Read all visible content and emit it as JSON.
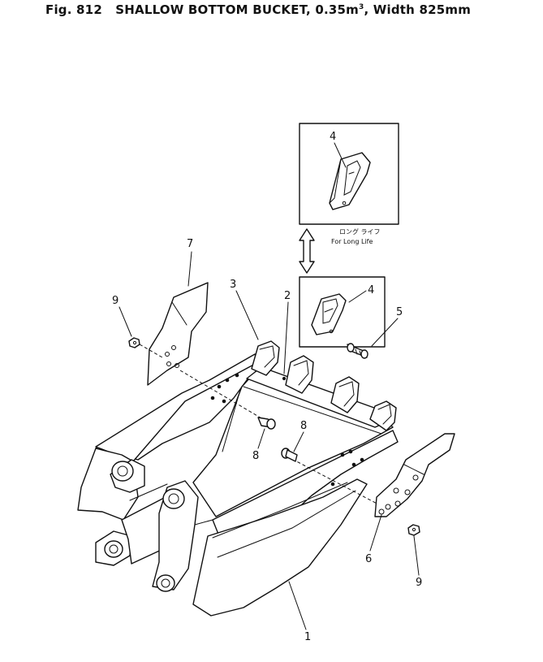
{
  "figure": {
    "prefix": "Fig. 812",
    "title_main": "SHALLOW BOTTOM BUCKET, 0.35m",
    "title_sup": "3",
    "title_tail": ", Width 825mm"
  },
  "inset": {
    "japanese_label": "ロング ライフ",
    "english_label": "For Long Life"
  },
  "callouts": {
    "c1": "1",
    "c2": "2",
    "c3": "3",
    "c4_upper": "4",
    "c4_lower": "4",
    "c5": "5",
    "c6": "6",
    "c7": "7",
    "c8_left": "8",
    "c8_right": "8",
    "c9_left": "9",
    "c9_right": "9"
  }
}
